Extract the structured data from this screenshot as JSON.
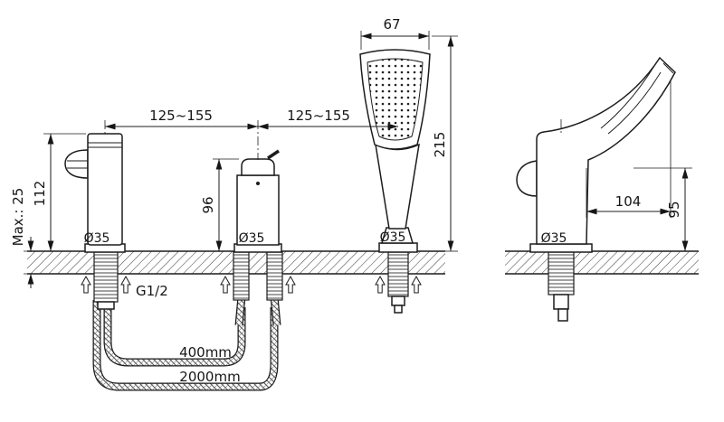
{
  "front_view": {
    "dim_head_width": "67",
    "dim_span_left": "125~155",
    "dim_span_right": "125~155",
    "dim_shower_height": "215",
    "dim_spout_height": "112",
    "dim_deck_max": "Max.: 25",
    "dim_valve_height": "96",
    "hole_spout": "Ø35",
    "hole_valve": "Ø35",
    "hole_shower": "Ø35",
    "thread": "G1/2",
    "hose_short": "400mm",
    "hose_long": "2000mm"
  },
  "side_view": {
    "dim_reach": "104",
    "dim_height": "95",
    "hole": "Ø35"
  }
}
